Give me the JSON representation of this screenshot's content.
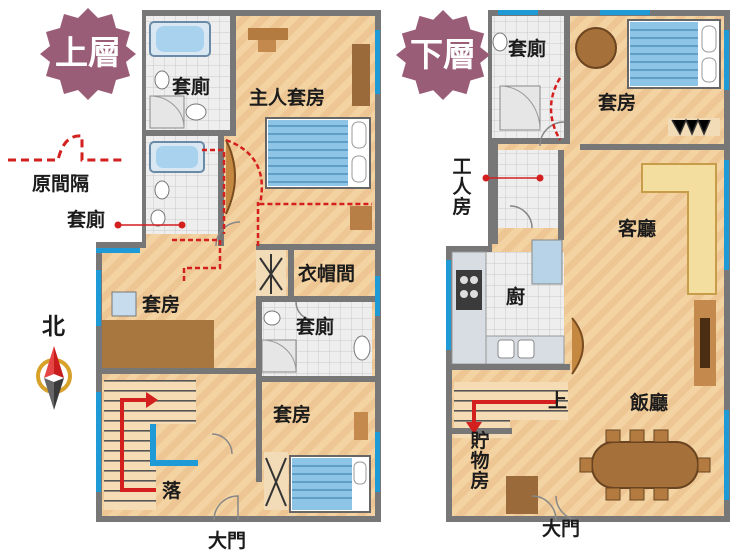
{
  "upper": {
    "badge": "上層",
    "rooms": {
      "bath_top": "套廁",
      "master": "主人套房",
      "bath_left": "套廁",
      "closet": "衣帽間",
      "suite_left": "套房",
      "bath_mid": "套廁",
      "suite_bottom": "套房",
      "down_stair": "落"
    },
    "entrance": "大門"
  },
  "lower": {
    "badge": "下層",
    "rooms": {
      "bath": "套廁",
      "suite": "套房",
      "helper": "工人房",
      "living": "客廳",
      "kitchen": "廚",
      "dining": "飯廳",
      "up_stair": "上",
      "storage": "貯物房"
    },
    "entrance": "大門"
  },
  "legend": {
    "label": "原間隔"
  },
  "compass": {
    "label": "北"
  },
  "colors": {
    "floor": "#f2cf9c",
    "wall": "#777777",
    "window": "#1e9ad6",
    "original_partition": "#d41f1f",
    "badge": "#9a5d78"
  }
}
